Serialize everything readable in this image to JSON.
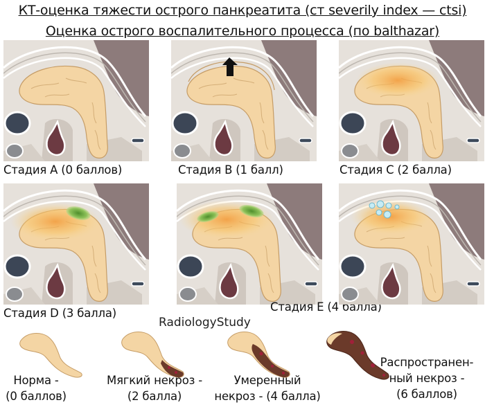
{
  "titles": {
    "line1": "КТ-оценка тяжести острого панкреатита  (ст severily index — ctsi)",
    "line2": "Оценка острого воспалительного процесса (по balthazar)"
  },
  "stages": [
    {
      "label": "Стадия A (0 баллов)",
      "inflammation": "none",
      "arrow": false,
      "necrotic_collection": false,
      "fluid_bubbles": false
    },
    {
      "label": "Стадия B  (1 балл)",
      "inflammation": "enlarged",
      "arrow": true,
      "necrotic_collection": false,
      "fluid_bubbles": false
    },
    {
      "label": "Стадия C (2 балла)",
      "inflammation": "peripancreatic",
      "arrow": false,
      "necrotic_collection": false,
      "fluid_bubbles": false
    },
    {
      "label": "Стадия D (3 балла)",
      "inflammation": "peripancreatic",
      "arrow": false,
      "necrotic_collection": true,
      "fluid_bubbles": false
    },
    {
      "label": "Стадия E (4 балла)",
      "inflammation": "peripancreatic",
      "arrow": false,
      "necrotic_collection": true,
      "fluid_bubbles": false
    },
    {
      "label": "",
      "inflammation": "peripancreatic",
      "arrow": false,
      "necrotic_collection": false,
      "fluid_bubbles": true
    }
  ],
  "watermark": "RadiologyStudy",
  "necrosis": [
    {
      "line1": "Норма -",
      "line2": "(0 баллов)",
      "level": "none"
    },
    {
      "line1": "Мягкий некроз -",
      "line2": "(2 балла)",
      "level": "mild"
    },
    {
      "line1": "Умеренный",
      "line2": "некроз - (4 балла)",
      "level": "moderate"
    },
    {
      "line1": "Распространен-",
      "line2": "ный некроз -",
      "line3": "(6 баллов)",
      "level": "extensive"
    }
  ],
  "colors": {
    "pancreas": "#f4d6a4",
    "pancreas_outline": "#c9a26d",
    "inflammation": "#f5b45a",
    "necrotic_collection": "#7fb24a",
    "fluid": "#bfe6f0",
    "liver": "#8c7a78",
    "kidney": "#3e4a5a",
    "vessel": "#6e3a40",
    "necrosis": "#6b3a2a"
  }
}
